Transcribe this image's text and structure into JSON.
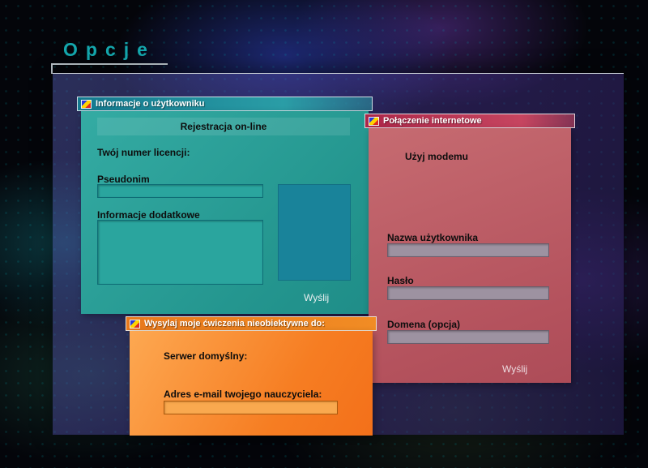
{
  "page": {
    "title": "Opcje"
  },
  "colors": {
    "accent_teal": "#14a7ad",
    "titlebar_teal": "#14798f",
    "titlebar_crimson": "#ad2749",
    "titlebar_orange": "#e8791d"
  },
  "windows": {
    "user_info": {
      "title": "Informacje o użytkowniku",
      "header": "Rejestracja on-line",
      "license_label": "Twój numer licencji:",
      "nickname_label": "Pseudonim",
      "nickname_value": "",
      "extra_label": "Informacje dodatkowe",
      "extra_value": "",
      "send_label": "Wyślij"
    },
    "internet": {
      "title": "Połączenie internetowe",
      "modem_label": "Użyj modemu",
      "username_label": "Nazwa użytkownika",
      "username_value": "",
      "password_label": "Hasło",
      "password_value": "",
      "domain_label": "Domena (opcja)",
      "domain_value": "",
      "send_label": "Wyślij"
    },
    "exercises": {
      "title": "Wysylaj moje ćwiczenia nieobiektywne do:",
      "server_label": "Serwer domyślny:",
      "email_label": "Adres e-mail twojego nauczyciela:",
      "email_value": ""
    }
  }
}
